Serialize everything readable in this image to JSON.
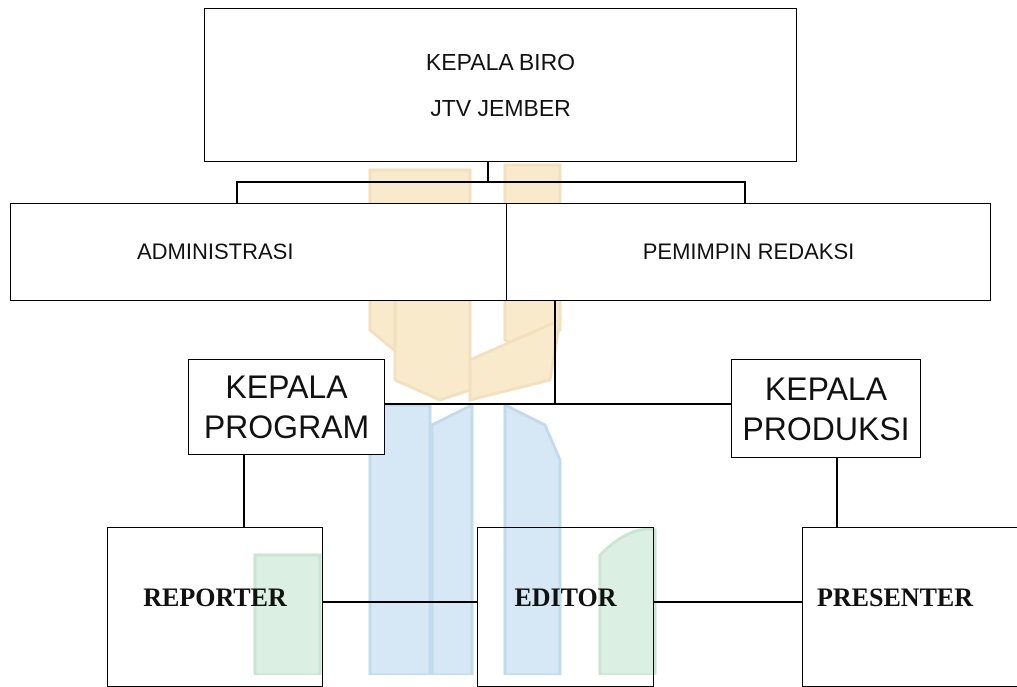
{
  "org_chart": {
    "head": {
      "line1": "KEPALA BIRO",
      "line2": "JTV JEMBER"
    },
    "level2": {
      "administrasi": "ADMINISTRASI",
      "pemimpin_redaksi": "PEMIMPIN REDAKSI"
    },
    "level3": {
      "kepala_program": {
        "line1": "KEPALA",
        "line2": "PROGRAM"
      },
      "kepala_produksi": {
        "line1": "KEPALA",
        "line2": "PRODUKSI"
      }
    },
    "level4": {
      "reporter": "REPORTER",
      "editor": "EDITOR",
      "presenter": "PRESENTER"
    }
  },
  "colors": {
    "line": "#000000",
    "watermark_gold": "#f2d9a4",
    "watermark_blue": "#a8cfe8",
    "watermark_green": "#b6ddc4"
  }
}
